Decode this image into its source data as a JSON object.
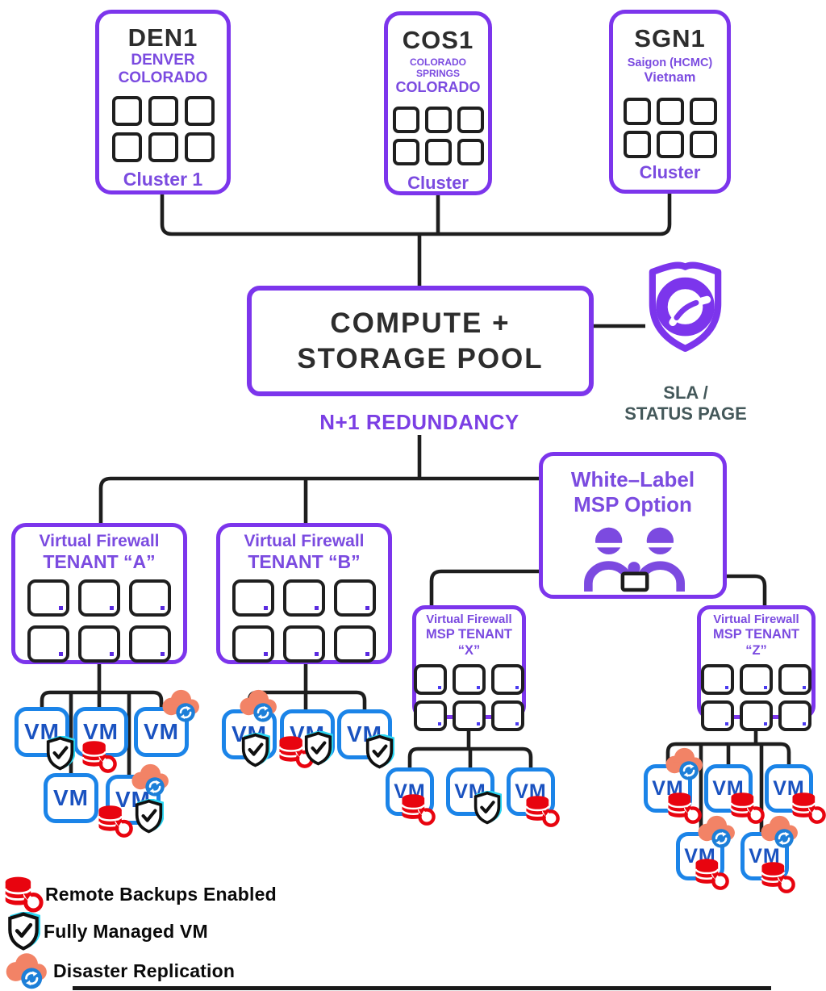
{
  "diagram_title": "Cloud infrastructure redundancy diagram",
  "colors": {
    "purple_border": "#7c35ec",
    "purple_text": "#7b4be0",
    "black_text": "#2d2d2d",
    "connector": "#1e1e1e",
    "vm_border_blue": "#1b84e8",
    "vm_text_blue": "#1a52c0",
    "backup_red": "#e8040f",
    "cloud_orange": "#f28366",
    "cloud_blue": "#1d7fd8",
    "shield_cyan": "#2bd6f2",
    "sla_text": "#44585a"
  },
  "datacenters": [
    {
      "code": "DEN1",
      "region_line1": "DENVER",
      "region_line2": "COLORADO",
      "cluster": "Cluster 1"
    },
    {
      "code": "COS1",
      "region_line1": "COLORADO SPRINGS",
      "region_line2": "COLORADO",
      "cluster": "Cluster"
    },
    {
      "code": "SGN1",
      "region_line1": "Saigon (HCMC)",
      "region_line2": "Vietnam",
      "cluster": "Cluster"
    }
  ],
  "pool": {
    "line1": "COMPUTE +",
    "line2": "STORAGE POOL",
    "annotation": "N+1 REDUNDANCY"
  },
  "sla": {
    "line1": "SLA /",
    "line2": "STATUS PAGE"
  },
  "tenant_a": {
    "line1": "Virtual Firewall",
    "line2": "TENANT “A”"
  },
  "tenant_b": {
    "line1": "Virtual Firewall",
    "line2": "TENANT “B”"
  },
  "white_label": {
    "line1": "White–Label",
    "line2": "MSP Option"
  },
  "tenant_x": {
    "line1": "Virtual Firewall",
    "line2": "MSP TENANT “X”"
  },
  "tenant_z": {
    "line1": "Virtual Firewall",
    "line2": "MSP TENANT “Z”"
  },
  "vm_label": "VM",
  "legend": {
    "items": [
      {
        "icon": "remote-backup-icon",
        "label": "Remote Backups Enabled"
      },
      {
        "icon": "fully-managed-vm-icon",
        "label": "Fully Managed VM"
      },
      {
        "icon": "disaster-replication-icon",
        "label": "Disaster Replication"
      }
    ]
  }
}
